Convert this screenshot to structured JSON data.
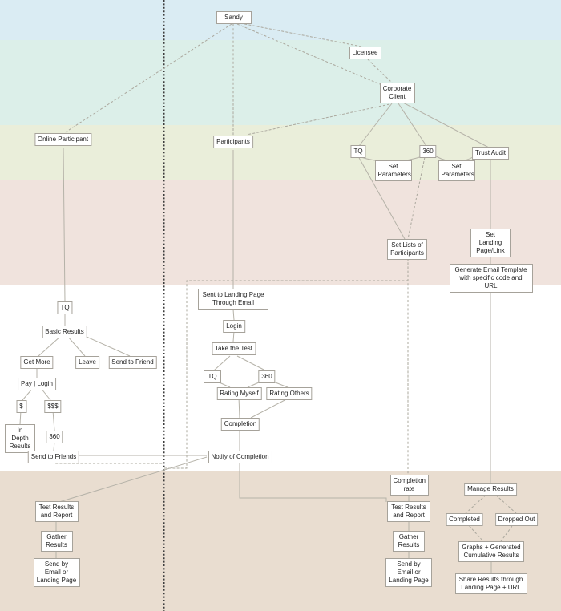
{
  "colors": {
    "band_blue": "#daecf3",
    "band_teal": "#dcefe9",
    "band_olive": "#eaeeda",
    "band_pink": "#f0e3dd",
    "band_white": "#ffffff",
    "band_tan": "#e9ddd0",
    "line": "#b5b2a8",
    "dashed": "#aba89e",
    "divider": "#3c3c3c",
    "box_border": "#a6a29a",
    "box_bg": "#ffffff",
    "text": "#222222"
  },
  "nodes": {
    "sandy": {
      "label": "Sandy"
    },
    "licensee": {
      "label": "Licensee"
    },
    "corporate_client": {
      "label": "Corporate Client"
    },
    "online_participant": {
      "label": "Online Participant"
    },
    "participants": {
      "label": "Participants"
    },
    "tq_corp": {
      "label": "TQ"
    },
    "x360_corp": {
      "label": "360"
    },
    "trust_audit": {
      "label": "Trust Audit"
    },
    "set_parameters_1": {
      "label": "Set Parameters"
    },
    "set_parameters_2": {
      "label": "Set Parameters"
    },
    "set_landing": {
      "label": "Set Landing Page/Link"
    },
    "set_lists": {
      "label": "Set Lists of Participants"
    },
    "generate_email": {
      "label": "Generate Email Template with specific code and URL"
    },
    "tq_left": {
      "label": "TQ"
    },
    "basic_results": {
      "label": "Basic Results"
    },
    "get_more": {
      "label": "Get More"
    },
    "leave": {
      "label": "Leave"
    },
    "send_to_friend": {
      "label": "Send to Friend"
    },
    "pay_login": {
      "label": "Pay | Login"
    },
    "dollar": {
      "label": "$"
    },
    "dollar3": {
      "label": "$$$"
    },
    "in_depth": {
      "label": "In Depth Results"
    },
    "x360_left": {
      "label": "360"
    },
    "send_to_friends": {
      "label": "Send to Friends"
    },
    "sent_landing": {
      "label": "Sent to Landing Page Through Email"
    },
    "login": {
      "label": "Login"
    },
    "take_test": {
      "label": "Take the Test"
    },
    "tq_mid": {
      "label": "TQ"
    },
    "x360_mid": {
      "label": "360"
    },
    "rating_myself": {
      "label": "Rating Myself"
    },
    "rating_others": {
      "label": "Rating Others"
    },
    "completion": {
      "label": "Completion"
    },
    "notify": {
      "label": "Notify of Completion"
    },
    "completion_rate": {
      "label": "Completion rate"
    },
    "manage_results": {
      "label": "Manage Results"
    },
    "test_results_right": {
      "label": "Test Results and Report"
    },
    "completed": {
      "label": "Completed"
    },
    "dropped_out": {
      "label": "Dropped Out"
    },
    "gather_right": {
      "label": "Gather Results"
    },
    "graphs": {
      "label": "Graphs + Generated Cumulative Results"
    },
    "send_email_right": {
      "label": "Send by Email or Landing Page"
    },
    "share_results": {
      "label": "Share Results through Landing Page + URL"
    },
    "test_results_left": {
      "label": "Test Results and Report"
    },
    "gather_left": {
      "label": "Gather Results"
    },
    "send_email_left": {
      "label": "Send by Email or Landing Page"
    }
  }
}
